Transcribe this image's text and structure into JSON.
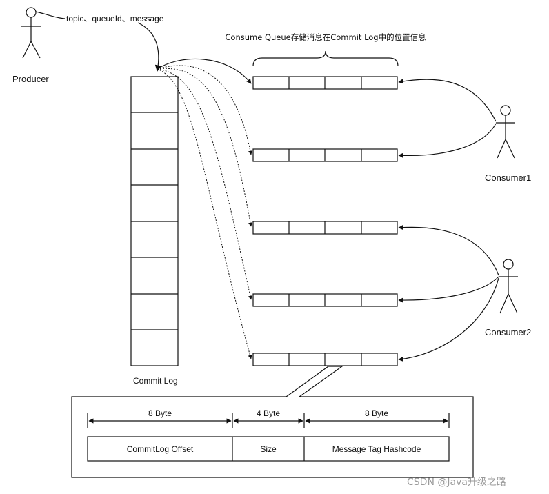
{
  "producer": {
    "label": "Producer",
    "message": "topic、queueId、message"
  },
  "commit_log": {
    "label": "Commit Log"
  },
  "consume_queue": {
    "caption": "Consume Queue存储消息在Commit Log中的位置信息"
  },
  "consumers": [
    {
      "label": "Consumer1"
    },
    {
      "label": "Consumer2"
    }
  ],
  "entry": {
    "fields": [
      {
        "name": "CommitLog Offset",
        "size": "8 Byte"
      },
      {
        "name": "Size",
        "size": "4 Byte"
      },
      {
        "name": "Message Tag Hashcode",
        "size": "8 Byte"
      }
    ]
  },
  "watermark": "CSDN @Java升级之路"
}
